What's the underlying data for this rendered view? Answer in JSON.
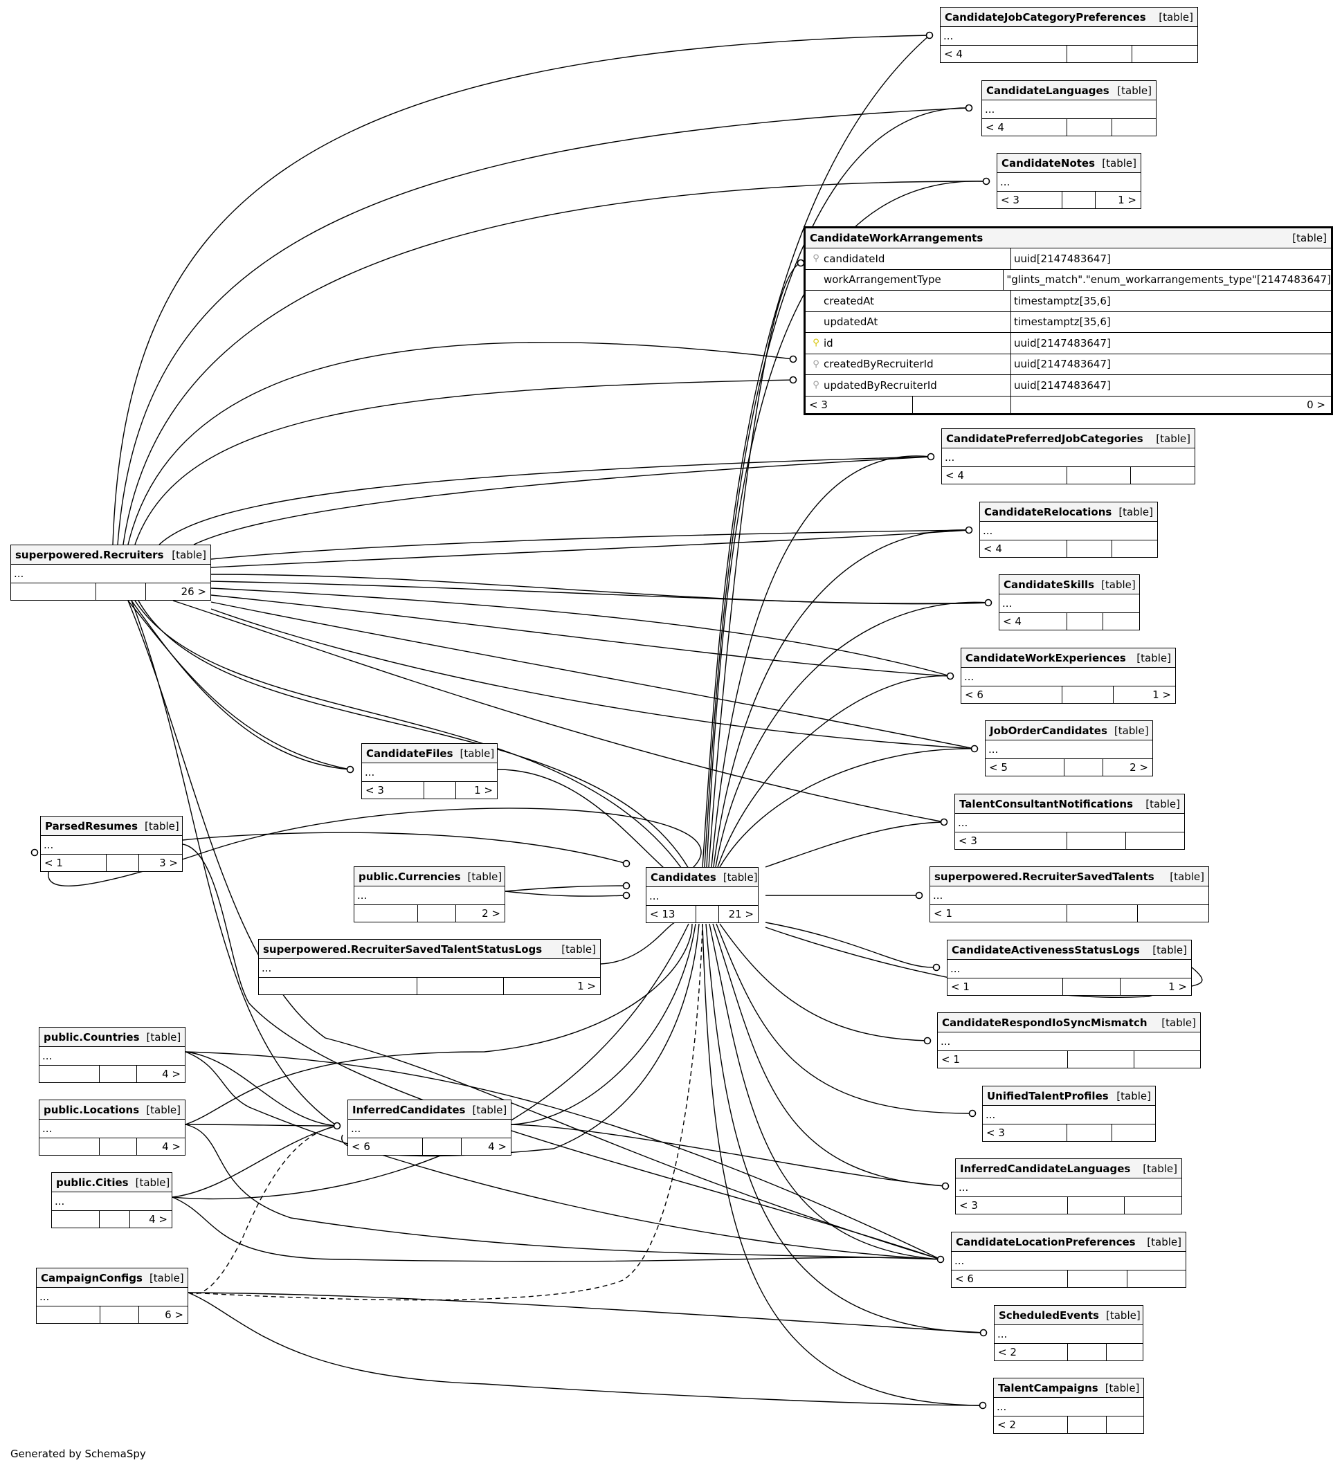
{
  "diagram": {
    "tag": "[table]",
    "ellipsis": "...",
    "tables": [
      {
        "id": "t-cjcp",
        "name": "CandidateJobCategoryPreferences",
        "left": "< 4",
        "right": ""
      },
      {
        "id": "t-clang",
        "name": "CandidateLanguages",
        "left": "< 4",
        "right": ""
      },
      {
        "id": "t-cnotes",
        "name": "CandidateNotes",
        "left": "< 3",
        "right": "1 >"
      },
      {
        "id": "t-cpjc",
        "name": "CandidatePreferredJobCategories",
        "left": "< 4",
        "right": ""
      },
      {
        "id": "t-creloc",
        "name": "CandidateRelocations",
        "left": "< 4",
        "right": ""
      },
      {
        "id": "t-cskills",
        "name": "CandidateSkills",
        "left": "< 4",
        "right": ""
      },
      {
        "id": "t-cwexp",
        "name": "CandidateWorkExperiences",
        "left": "< 6",
        "right": "1 >"
      },
      {
        "id": "t-joc",
        "name": "JobOrderCandidates",
        "left": "< 5",
        "right": "2 >"
      },
      {
        "id": "t-tcn",
        "name": "TalentConsultantNotifications",
        "left": "< 3",
        "right": ""
      },
      {
        "id": "t-rst",
        "name": "superpowered.RecruiterSavedTalents",
        "left": "< 1",
        "right": ""
      },
      {
        "id": "t-casl",
        "name": "CandidateActivenessStatusLogs",
        "left": "< 1",
        "right": "1 >"
      },
      {
        "id": "t-crism",
        "name": "CandidateRespondIoSyncMismatch",
        "left": "< 1",
        "right": ""
      },
      {
        "id": "t-utp",
        "name": "UnifiedTalentProfiles",
        "left": "< 3",
        "right": ""
      },
      {
        "id": "t-icl",
        "name": "InferredCandidateLanguages",
        "left": "< 3",
        "right": ""
      },
      {
        "id": "t-clp",
        "name": "CandidateLocationPreferences",
        "left": "< 6",
        "right": ""
      },
      {
        "id": "t-sched",
        "name": "ScheduledEvents",
        "left": "< 2",
        "right": ""
      },
      {
        "id": "t-tcamp",
        "name": "TalentCampaigns",
        "left": "< 2",
        "right": ""
      },
      {
        "id": "t-recr",
        "name": "superpowered.Recruiters",
        "left": "",
        "right": "26 >"
      },
      {
        "id": "t-cfiles",
        "name": "CandidateFiles",
        "left": "< 3",
        "right": "1 >"
      },
      {
        "id": "t-presume",
        "name": "ParsedResumes",
        "left": "< 1",
        "right": "3 >"
      },
      {
        "id": "t-curr",
        "name": "public.Currencies",
        "left": "",
        "right": "2 >"
      },
      {
        "id": "t-cand",
        "name": "Candidates",
        "left": "< 13",
        "right": "21 >"
      },
      {
        "id": "t-rstsl",
        "name": "superpowered.RecruiterSavedTalentStatusLogs",
        "left": "",
        "right": "1 >"
      },
      {
        "id": "t-countries",
        "name": "public.Countries",
        "left": "",
        "right": "4 >"
      },
      {
        "id": "t-locs",
        "name": "public.Locations",
        "left": "",
        "right": "4 >"
      },
      {
        "id": "t-infc",
        "name": "InferredCandidates",
        "left": "< 6",
        "right": "4 >"
      },
      {
        "id": "t-cities",
        "name": "public.Cities",
        "left": "",
        "right": "4 >"
      },
      {
        "id": "t-campcfg",
        "name": "CampaignConfigs",
        "left": "",
        "right": "6 >"
      }
    ],
    "focus_table": {
      "name": "CandidateWorkArrangements",
      "tag": "[table]",
      "columns": [
        {
          "name": "candidateId",
          "type": "uuid[2147483647]",
          "key": "fk"
        },
        {
          "name": "workArrangementType",
          "type": "\"glints_match\".\"enum_workarrangements_type\"[2147483647]",
          "key": "none"
        },
        {
          "name": "createdAt",
          "type": "timestamptz[35,6]",
          "key": "none"
        },
        {
          "name": "updatedAt",
          "type": "timestamptz[35,6]",
          "key": "none"
        },
        {
          "name": "id",
          "type": "uuid[2147483647]",
          "key": "pk"
        },
        {
          "name": "createdByRecruiterId",
          "type": "uuid[2147483647]",
          "key": "fk"
        },
        {
          "name": "updatedByRecruiterId",
          "type": "uuid[2147483647]",
          "key": "fk"
        }
      ],
      "footer_left": "< 3",
      "footer_right": "0 >"
    },
    "footer_note": "Generated by SchemaSpy"
  }
}
